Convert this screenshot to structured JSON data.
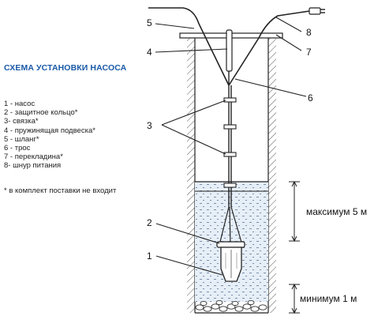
{
  "title": "СХЕМА УСТАНОВКИ НАСОСА",
  "legend": [
    "1 - насос",
    "2 - защитное кольцо*",
    "3- связка*",
    "4 - пружинящая подвеска*",
    "5 - шланг*",
    "6 - трос",
    "7 - перекладина*",
    "8- шнур питания"
  ],
  "note": "* в комплект поставки не входит",
  "callouts": {
    "c1": "1",
    "c2": "2",
    "c3": "3",
    "c4": "4",
    "c5": "5",
    "c6": "6",
    "c7": "7",
    "c8": "8"
  },
  "dimensions": {
    "max": "максимум 5 м",
    "min": "минимум 1 м"
  },
  "colors": {
    "title": "#1a5aa8",
    "water": "#e6eef7",
    "line": "#222222"
  }
}
